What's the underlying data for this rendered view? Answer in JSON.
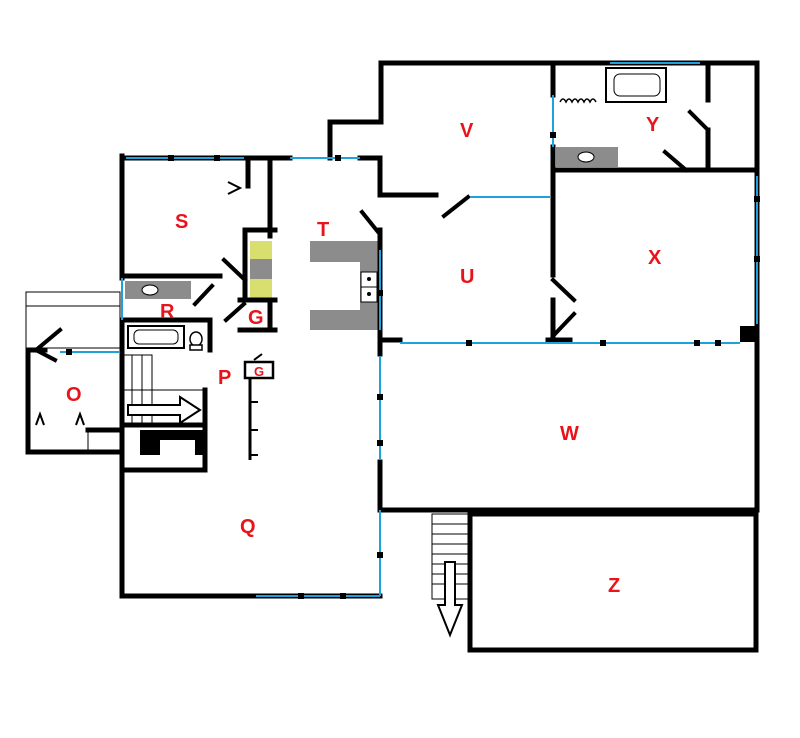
{
  "rooms": {
    "O": "O",
    "P": "P",
    "Q": "Q",
    "R": "R",
    "S": "S",
    "T": "T",
    "U": "U",
    "V": "V",
    "W": "W",
    "X": "X",
    "Y": "Y",
    "Z": "Z",
    "G1": "G",
    "G2": "G"
  },
  "colors": {
    "wall": "#000000",
    "window": "#1fa2dc",
    "label": "#e8141c",
    "fixture": "#8c8c8c",
    "appliance": "#d8df6e"
  }
}
